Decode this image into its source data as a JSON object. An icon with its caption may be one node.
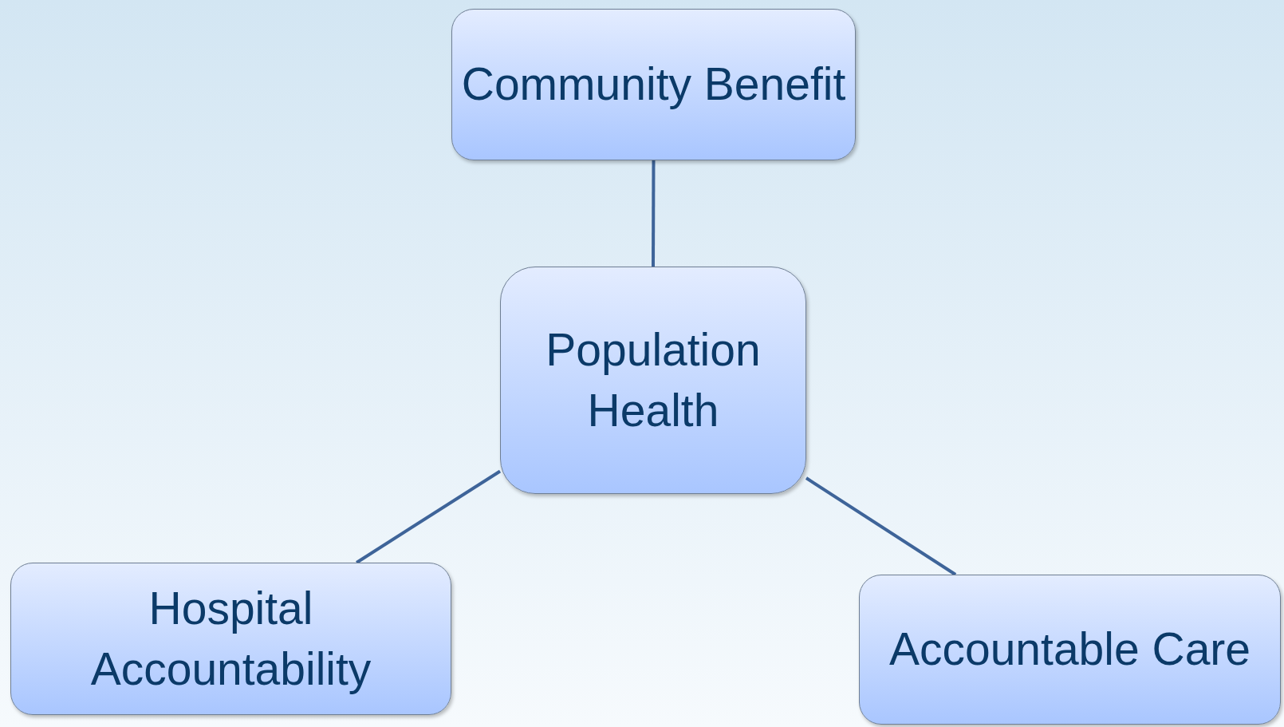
{
  "diagram": {
    "nodes": [
      {
        "text": [
          "Community Benefit"
        ]
      },
      {
        "text": [
          "Population Health"
        ]
      },
      {
        "text": [
          "Hospital Accountability"
        ]
      },
      {
        "text": [
          "Accountable Care"
        ]
      }
    ],
    "edges": [
      {
        "from": 0,
        "to": 1,
        "arrow": "none"
      },
      {
        "from": 1,
        "to": 2,
        "arrow": "none"
      },
      {
        "from": 1,
        "to": 3,
        "arrow": "none"
      }
    ]
  }
}
